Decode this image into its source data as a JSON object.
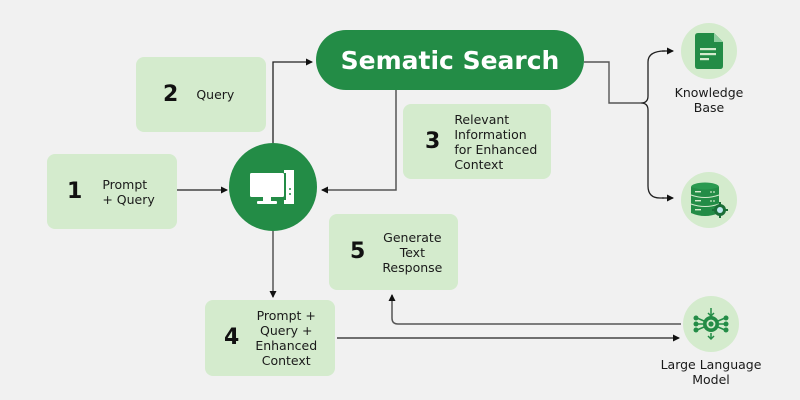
{
  "diagram": {
    "title": "Sematic Search",
    "colors": {
      "primary": "#238c46",
      "box_fill": "#d4ebcd",
      "background": "#f1f1f1",
      "line": "#333333"
    },
    "steps": [
      {
        "number": "1",
        "label": "Prompt\n+ Query"
      },
      {
        "number": "2",
        "label": "Query"
      },
      {
        "number": "3",
        "label": "Relevant\nInformation\nfor Enhanced\nContext"
      },
      {
        "number": "4",
        "label": "Prompt +\nQuery +\nEnhanced\nContext"
      },
      {
        "number": "5",
        "label": "Generate\nText\nResponse"
      }
    ],
    "hub": {
      "icon": "computer-icon"
    },
    "resources": [
      {
        "name": "knowledge-base",
        "label": "Knowledge\nBase",
        "icon": "document-icon"
      },
      {
        "name": "database",
        "label": "",
        "icon": "database-gear-icon"
      },
      {
        "name": "llm",
        "label": "Large Language\nModel",
        "icon": "neural-network-icon"
      }
    ]
  }
}
